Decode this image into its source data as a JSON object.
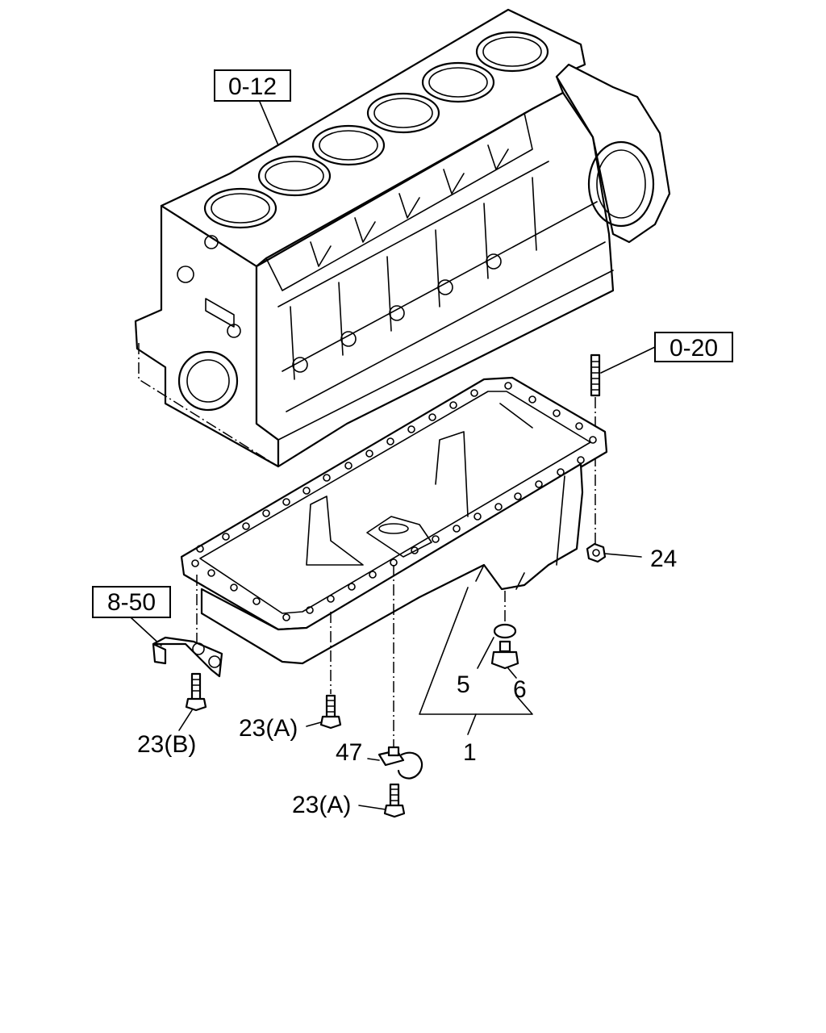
{
  "references": {
    "engine_block": "0-12",
    "stud": "0-20",
    "bracket": "8-50"
  },
  "parts": {
    "oil_pan": "1",
    "gasket_ring": "5",
    "drain_plug": "6",
    "bolt_a_front": "23(A)",
    "bolt_b": "23(B)",
    "bolt_a_lower": "23(A)",
    "nut": "24",
    "clip": "47"
  },
  "icons": [
    "engine-block",
    "oil-pan",
    "bolt",
    "nut",
    "o-ring",
    "drain-plug",
    "bracket",
    "clip",
    "stud"
  ]
}
